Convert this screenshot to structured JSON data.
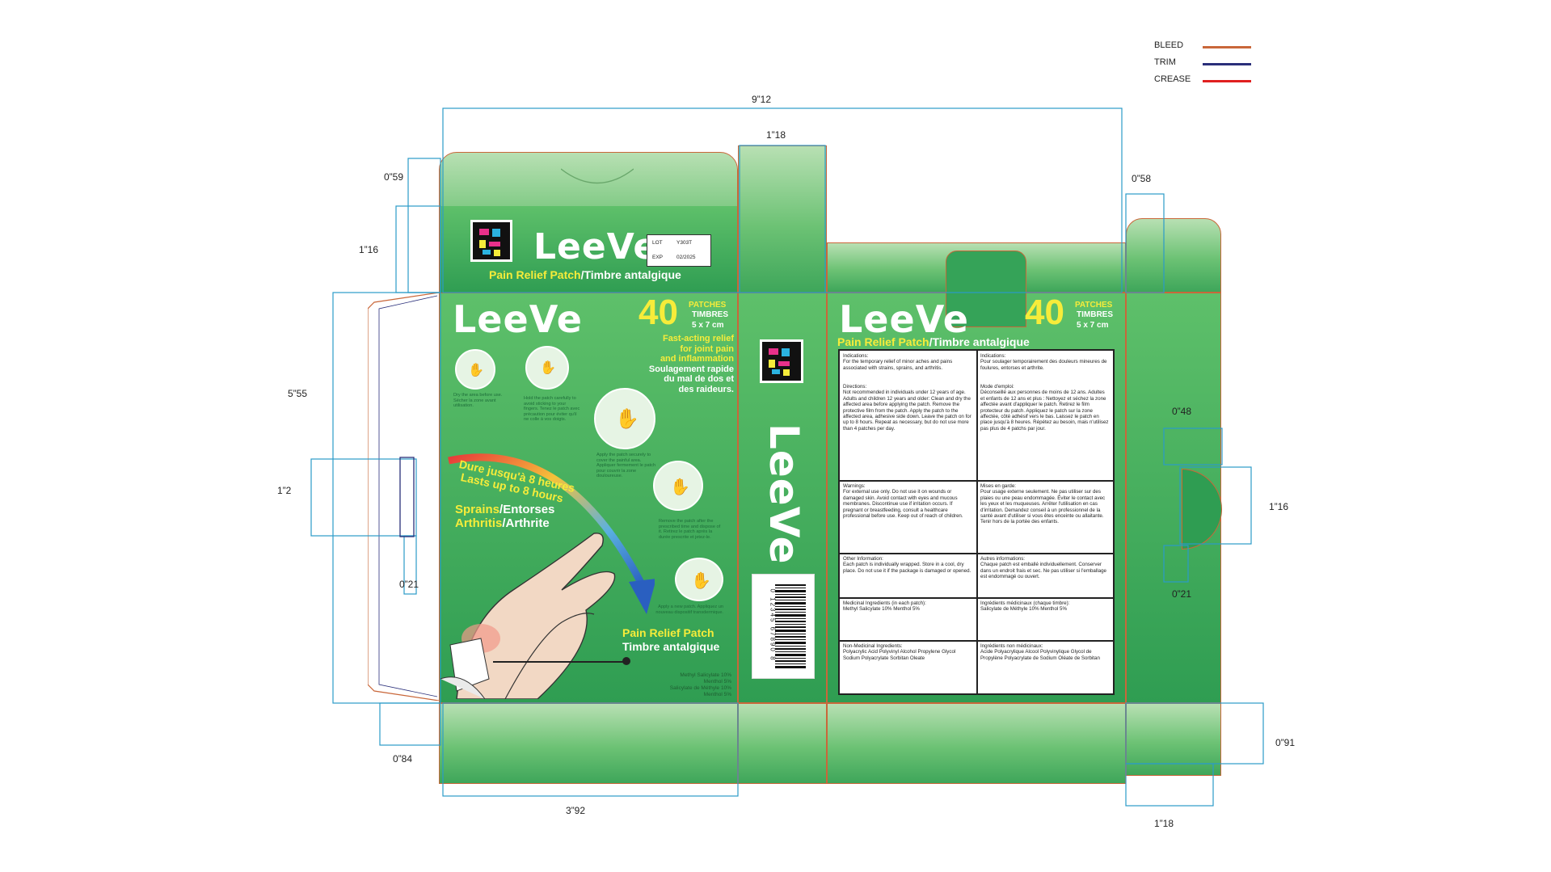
{
  "legend": {
    "items": [
      {
        "label": "BLEED",
        "color": "#c9673a"
      },
      {
        "label": "TRIM",
        "color": "#2a2f7a"
      },
      {
        "label": "CREASE",
        "color": "#e02020"
      }
    ]
  },
  "dimensions": {
    "width_total": "9”12",
    "side_width": "1”18",
    "top_flap_height": "0”59",
    "top_tuck_height": "1”16",
    "right_top_flap": "0”58",
    "front_height": "5”55",
    "glue_height": "1”2",
    "glue_offset": "0”21",
    "bottom_flap": "0”84",
    "front_width": "3”92",
    "right_notch": "0”48",
    "right_tab": "1”16",
    "right_notch_lower": "0”21",
    "bottom_right_flap": "0”91",
    "bottom_right_width": "1”18"
  },
  "brand": {
    "name": "LeeVe",
    "product_en": "Pain Relief Patch",
    "product_fr": "Timbre antalgique",
    "separator": "/"
  },
  "lot": {
    "lot_label": "LOT",
    "lot_value": "Y303T",
    "exp_label": "EXP",
    "exp_value": "02/2025"
  },
  "front": {
    "count": "40",
    "count_en": "PATCHES",
    "count_fr": "TIMBRES",
    "size": "5 x 7 cm",
    "claim_en_1": "Fast-acting relief",
    "claim_en_2": "for joint pain",
    "claim_en_3": "and inflammation",
    "claim_fr_1": "Soulagement rapide",
    "claim_fr_2": "du mal de dos et",
    "claim_fr_3": "des raideurs.",
    "duration_fr": "Dure jusqu'à 8 heures",
    "duration_en": "Lasts up to 8 hours",
    "use1_en": "Sprains",
    "use1_fr": "Entorses",
    "use2_en": "Arthritis",
    "use2_fr": "Arthrite",
    "bottom_en": "Pain Relief Patch",
    "bottom_fr": "Timbre antalgique",
    "ing1": "Methyl Salicylate 10%",
    "ing2": "Menthol 5%",
    "ing3": "Salicylate de Méthyle 10%",
    "ing4": "Menthol 5%",
    "steps": [
      "Dry the area before use. Sécher la zone avant utilisation.",
      "Hold the patch carefully to avoid sticking to your fingers. Tenez le patch avec précaution pour éviter qu'il ne colle à vos doigts.",
      "Apply the patch securely to cover the painful area. Appliquer fermement le patch pour couvrir la zone douloureuse.",
      "Remove the patch after the prescribed time and dispose of it. Retirez le patch après la durée prescrite et jetez-le.",
      "Apply a new patch. Appliquez un nouveau dispositif transdermique."
    ]
  },
  "barcode": {
    "digits": "0 12345 67890 8"
  },
  "back": {
    "en": [
      {
        "title": "Indications:",
        "body": "For the temporary relief of minor aches and pains associated with strains, sprains, and arthritis."
      },
      {
        "title": "Directions:",
        "body": "Not recommended in individuals under 12 years of age. Adults and children 12 years and older: Clean and dry the affected area before applying the patch. Remove the protective film from the patch. Apply the patch to the affected area, adhesive side down. Leave the patch on for up to 8 hours. Repeat as necessary, but do not use more than 4 patches per day."
      },
      {
        "title": "Warnings:",
        "body": "For external use only. Do not use it on wounds or damaged skin. Avoid contact with eyes and mucous membranes. Discontinue use if irritation occurs. If pregnant or breastfeeding, consult a healthcare professional before use. Keep out of reach of children."
      },
      {
        "title": "Other Information:",
        "body": "Each patch is individually wrapped. Store in a cool, dry place. Do not use it if the package is damaged or opened."
      },
      {
        "title": "Medicinal Ingredients (in each patch):",
        "body": "Methyl Salicylate 10% Menthol 5%"
      },
      {
        "title": "Non-Medicinal Ingredients:",
        "body": "Polyacrylic Acid Polyvinyl Alcohol Propylene Glycol Sodium Polyacrylate Sorbitan Oleate"
      }
    ],
    "fr": [
      {
        "title": "Indications:",
        "body": "Pour soulager temporairement des douleurs mineures de foulures, entorses et arthrite."
      },
      {
        "title": "Mode d'emploi:",
        "body": "Déconseillé aux personnes de moins de 12 ans. Adultes et enfants de 12 ans et plus : Nettoyez et séchez la zone affectée avant d'appliquer le patch. Retirez le film protecteur du patch. Appliquez le patch sur la zone affectée, côté adhésif vers le bas. Laissez le patch en place jusqu'à 8 heures. Répétez au besoin, mais n'utilisez pas plus de 4 patchs par jour."
      },
      {
        "title": "Mises en garde:",
        "body": "Pour usage externe seulement. Ne pas utiliser sur des plaies ou une peau endommagée. Éviter le contact avec les yeux et les muqueuses. Arrêter l'utilisation en cas d'irritation. Demandez conseil à un professionnel de la santé avant d'utiliser si vous êtes enceinte ou allaitante. Tenir hors de la portée des enfants."
      },
      {
        "title": "Autres informations:",
        "body": "Chaque patch est emballé individuellement. Conserver dans un endroit frais et sec. Ne pas utiliser si l'emballage est endommagé ou ouvert."
      },
      {
        "title": "Ingrédients médicinaux (chaque timbre):",
        "body": "Salicylate de Méthyle 10% Menthol 5%"
      },
      {
        "title": "Ingrédients non médicinaux:",
        "body": "Acide Polyacrylique Alcool Polyvinylique Glycol de Propylène Polyacrylate de Sodium Oléate de Sorbitan"
      }
    ]
  },
  "colors": {
    "bleed": "#c9673a",
    "trim": "#2a2f7a",
    "crease": "#e02020",
    "dimension": "#2b9bc8",
    "brand_green": "#3ea65a",
    "accent_yellow": "#f6ec3a"
  }
}
